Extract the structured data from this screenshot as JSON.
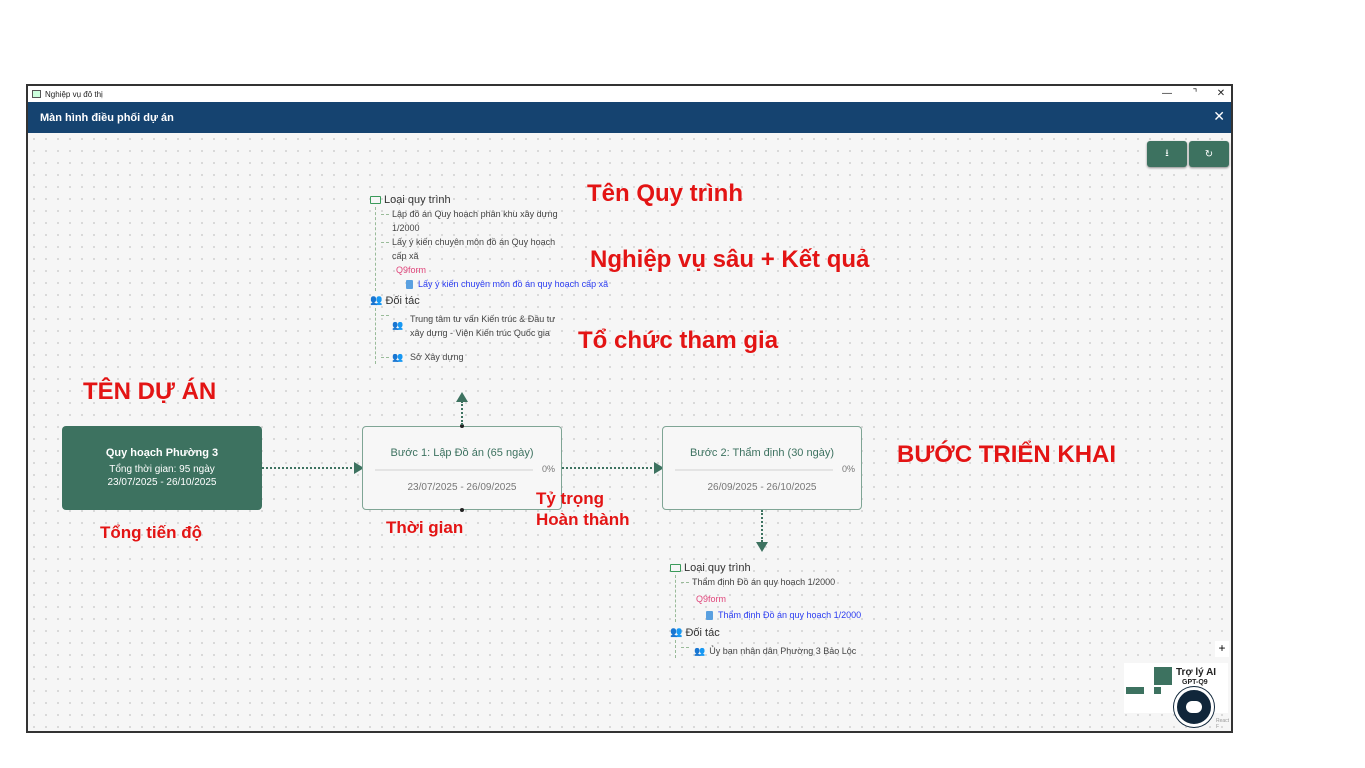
{
  "window": {
    "title": "Nghiệp vụ đô thị",
    "min": "—",
    "max": "⌝",
    "close": "✕"
  },
  "header": {
    "title": "Màn hình điều phối dự án",
    "close": "✕"
  },
  "toolbar": {
    "download_icon": "⭳",
    "refresh_icon": "↻"
  },
  "project": {
    "name": "Quy hoạch Phường 3",
    "total": "Tổng thời gian: 95 ngày",
    "dates": "23/07/2025 - 26/10/2025"
  },
  "steps": [
    {
      "title": "Bước 1: Lập Đồ án (65 ngày)",
      "progress": "0%",
      "dates": "23/07/2025 - 26/09/2025"
    },
    {
      "title": "Bước 2: Thẩm định (30 ngày)",
      "progress": "0%",
      "dates": "26/09/2025 - 26/10/2025"
    }
  ],
  "tree1": {
    "process_header": "Loại quy trình",
    "processes": [
      "Lập đồ án Quy hoạch phân khu xây dựng 1/2000",
      "Lấy ý kiến chuyên môn đồ án Quy hoạch cấp xã"
    ],
    "form": "Q9form",
    "doc": "Lấy ý kiến chuyên môn đồ án quy hoạch cấp xã",
    "partner_header": "Đối tác",
    "partners": [
      "Trung tâm tư vấn Kiến trúc & Đầu tư xây dựng - Viện Kiến trúc Quốc gia",
      "Sở Xây dựng"
    ]
  },
  "tree2": {
    "process_header": "Loại quy trình",
    "processes": [
      "Thẩm định Đồ án quy hoạch 1/2000"
    ],
    "form": "Q9form",
    "doc": "Thẩm định Đồ án quy hoạch 1/2000",
    "partner_header": "Đối tác",
    "partners": [
      "Ủy ban nhân dân Phường 3 Bảo Lộc"
    ]
  },
  "annotations": {
    "process_name": "Tên Quy trình",
    "deep": "Nghiệp vụ sâu + Kết quả",
    "org": "Tổ chức tham gia",
    "project_name": "TÊN DỰ ÁN",
    "steps": "BƯỚC TRIỂN KHAI",
    "total": "Tổng tiến độ",
    "time": "Thời gian",
    "ratio1": "Tỷ trọng",
    "ratio2": "Hoàn thành"
  },
  "assistant": {
    "title": "Trợ lý AI",
    "subtitle": "GPT-Q9",
    "attribution": "React F"
  },
  "zoom_plus": "+"
}
